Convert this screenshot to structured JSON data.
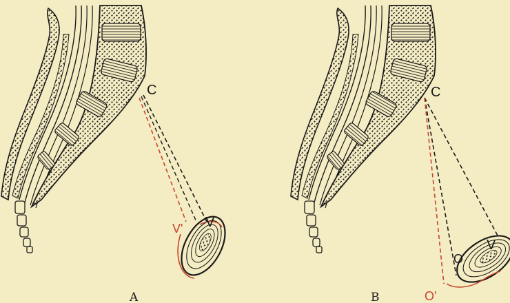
{
  "colors": {
    "background": "#f4ecc3",
    "ink": "#1a1a1a",
    "red": "#c8452e"
  },
  "panels": [
    {
      "caption": "A",
      "labels": {
        "c": "C",
        "v": "V",
        "v_prime": "V'"
      }
    },
    {
      "caption": "B",
      "labels": {
        "c": "C",
        "v": "V",
        "o": "O",
        "o_prime": "O'"
      }
    }
  ]
}
